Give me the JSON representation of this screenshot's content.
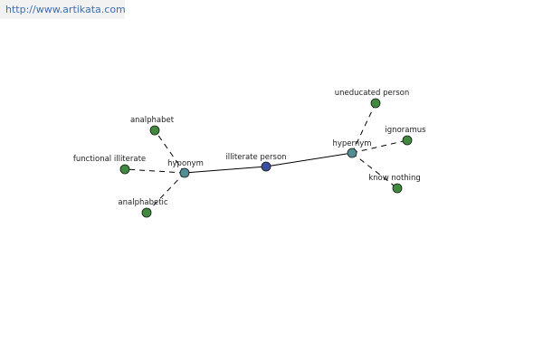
{
  "watermark": {
    "text": "http://www.artikata.com"
  },
  "diagram": {
    "colors": {
      "center": "#3a4f9e",
      "hub": "#4f8f95",
      "leaf": "#3f8a3f",
      "edge": "#000000",
      "text": "#222222"
    },
    "nodes": [
      {
        "id": "center",
        "label": "illiterate person",
        "kind": "center"
      },
      {
        "id": "hyponym",
        "label": "hyponym",
        "kind": "hub"
      },
      {
        "id": "hypernym",
        "label": "hypernym",
        "kind": "hub"
      },
      {
        "id": "analphabet",
        "label": "analphabet",
        "kind": "leaf"
      },
      {
        "id": "functional-illiterate",
        "label": "functional illiterate",
        "kind": "leaf"
      },
      {
        "id": "analphabetic",
        "label": "analphabetic",
        "kind": "leaf"
      },
      {
        "id": "uneducated-person",
        "label": "uneducated person",
        "kind": "leaf"
      },
      {
        "id": "ignoramus",
        "label": "ignoramus",
        "kind": "leaf"
      },
      {
        "id": "know-nothing",
        "label": "know nothing",
        "kind": "leaf"
      }
    ],
    "edges": [
      {
        "from": "center",
        "to": "hyponym",
        "style": "solid"
      },
      {
        "from": "center",
        "to": "hypernym",
        "style": "solid"
      },
      {
        "from": "hyponym",
        "to": "analphabet",
        "style": "dashed"
      },
      {
        "from": "hyponym",
        "to": "functional-illiterate",
        "style": "dashed"
      },
      {
        "from": "hyponym",
        "to": "analphabetic",
        "style": "dashed"
      },
      {
        "from": "hypernym",
        "to": "uneducated-person",
        "style": "dashed"
      },
      {
        "from": "hypernym",
        "to": "ignoramus",
        "style": "dashed"
      },
      {
        "from": "hypernym",
        "to": "know-nothing",
        "style": "dashed"
      }
    ]
  }
}
